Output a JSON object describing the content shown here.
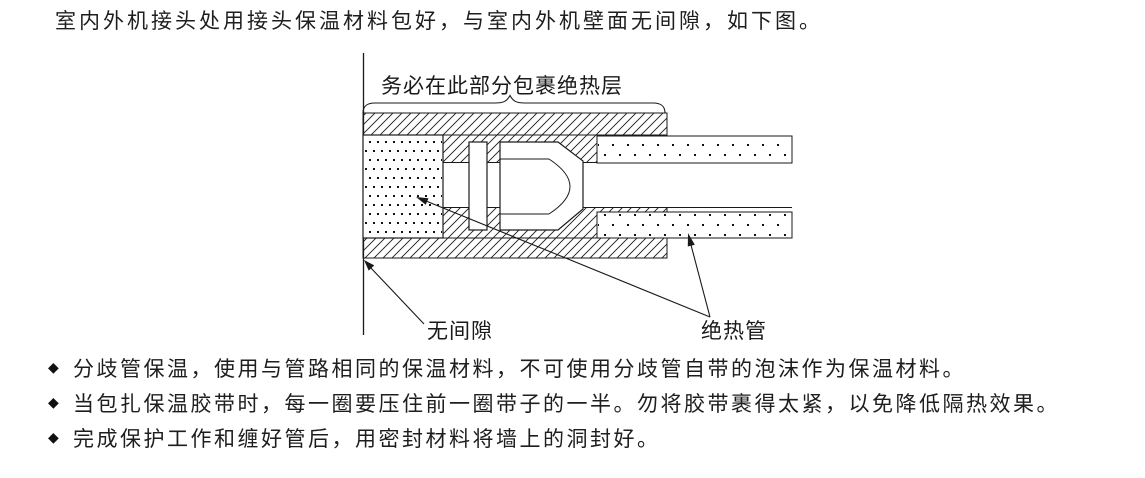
{
  "page": {
    "intro": "室内外机接头处用接头保温材料包好，与室内外机壁面无间隙，如下图。",
    "bullet_char": "◆",
    "bullets": [
      "分歧管保温，使用与管路相同的保温材料，不可使用分歧管自带的泡沫作为保温材料。",
      "当包扎保温胶带时，每一圈要压住前一圈带子的一半。勿将胶带裹得太紧，以免降低隔热效果。",
      "完成保护工作和缠好管后，用密封材料将墙上的洞封好。"
    ]
  },
  "diagram": {
    "labels": {
      "wrap_area": "务必在此部分包裹绝热层",
      "no_gap": "无间隙",
      "insulation_pipe": "绝热管"
    },
    "colors": {
      "line": "#1a1a1a",
      "background": "#ffffff"
    }
  }
}
